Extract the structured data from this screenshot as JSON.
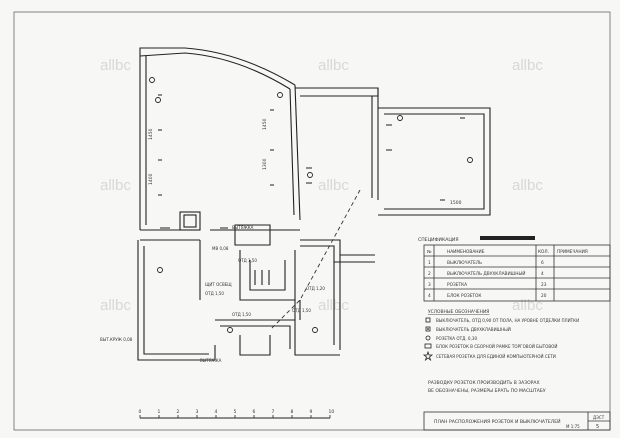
{
  "watermark": "allbc",
  "plan_labels": {
    "panel_shield": "ЩИТ ОСВЕЩ",
    "exhaust": "ВЫТЯЖКА",
    "light_sw": "ОТД 1,50",
    "light_sw2": "ОТД 1,50",
    "light_sw3": "ОТД 1,50",
    "light_sw4": "ОТД 1,20",
    "light_sw5": "ОТД 1,50",
    "mb": "МВ 0,08",
    "vent_left": "ВЫТ.КРУЖ 0,08",
    "vent_bottom": "ВЫТЯЖКА",
    "dim_right": "1500",
    "dim_top_a": "1450",
    "dim_top_b": "1450",
    "dim_mid": "1400",
    "dim_low": "1300"
  },
  "spec_table": {
    "header_bar": "СПЕЦИФИКАЦИЯ",
    "columns": [
      "№",
      "НАИМЕНОВАНИЕ",
      "КОЛ.",
      "ПРИМЕЧАНИЯ"
    ],
    "rows": [
      {
        "n": "1",
        "name": "ВЫКЛЮЧАТЕЛЬ",
        "qty": "6",
        "note": ""
      },
      {
        "n": "2",
        "name": "ВЫКЛЮЧАТЕЛЬ ДВУХКЛАВИШНЫЙ",
        "qty": "4",
        "note": ""
      },
      {
        "n": "3",
        "name": "РОЗЕТКА",
        "qty": "23",
        "note": ""
      },
      {
        "n": "4",
        "name": "БЛОК РОЗЕТОК",
        "qty": "20",
        "note": ""
      }
    ]
  },
  "legend": {
    "title": "УСЛОВНЫЕ ОБОЗНАЧЕНИЯ",
    "items": [
      {
        "symbol": "square",
        "text": "ВЫКЛЮЧАТЕЛЬ, ОТД 0,90 ОТ ПОЛА, НА УРОВНЕ ОТДЕЛКИ ПЛИТКИ"
      },
      {
        "symbol": "square-dot",
        "text": "ВЫКЛЮЧАТЕЛЬ ДВУХКЛАВИШНЫЙ"
      },
      {
        "symbol": "circle",
        "text": "РОЗЕТКА ОТД. 0,30"
      },
      {
        "symbol": "double-rect",
        "text": "БЛОК РОЗЕТОК В СБОРНОЙ РАМКЕ ТОРГОВОЙ БЫТОВОЙ"
      },
      {
        "symbol": "star",
        "text": "СЕТЕВАЯ РОЗЕТКА ДЛЯ ЕДИНОЙ КОМПЬЮТЕРНОЙ СЕТИ"
      }
    ]
  },
  "notes": [
    "РАЗВОДКУ РОЗЕТОК ПРОИЗВОДИТЬ В ЗАЗОРАХ",
    "ВЕ ОБОЗНАЧЕНЫ, РАЗМЕРЫ БРАТЬ ПО МАСШТАБУ"
  ],
  "scale_bar": {
    "ticks": [
      "0",
      "1",
      "2",
      "3",
      "4",
      "5",
      "6",
      "7",
      "8",
      "9",
      "10"
    ]
  },
  "title_block": {
    "title": "ПЛАН РАСПОЛОЖЕНИЯ РОЗЕТОК И ВЫКЛЮЧАТЕЛЕЙ",
    "stage": "ДЭСТ",
    "sheet": "5",
    "scale": "М 1:75"
  }
}
